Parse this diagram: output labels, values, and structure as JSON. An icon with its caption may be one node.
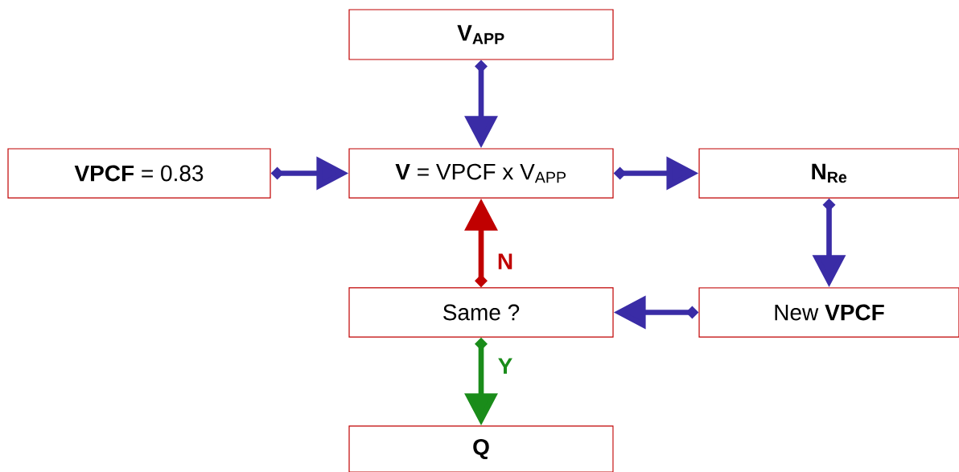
{
  "diagram": {
    "nodes": [
      {
        "text": [
          "V$_{APP}$"
        ]
      },
      {
        "text": [
          "**VPCF** = 0.83"
        ]
      },
      {
        "text": [
          "**V** = VPCF x V$_{APP}$"
        ]
      },
      {
        "text": [
          "N$_{Re}$"
        ]
      },
      {
        "text": [
          "Same ?"
        ]
      },
      {
        "text": [
          "New **VPCF**"
        ]
      },
      {
        "text": [
          "Q"
        ]
      }
    ],
    "edges": [
      {
        "from": 0,
        "to": 2,
        "arrow": "to"
      },
      {
        "from": 1,
        "to": 2,
        "arrow": "to"
      },
      {
        "from": 2,
        "to": 3,
        "arrow": "to"
      },
      {
        "from": 3,
        "to": 5,
        "arrow": "to"
      },
      {
        "from": 5,
        "to": 4,
        "arrow": "to"
      },
      {
        "from": 4,
        "to": 2,
        "arrow": "to",
        "label": "N",
        "color": "#c00000"
      },
      {
        "from": 4,
        "to": 6,
        "arrow": "to",
        "label": "Y",
        "color": "#1a8c1a"
      }
    ]
  }
}
